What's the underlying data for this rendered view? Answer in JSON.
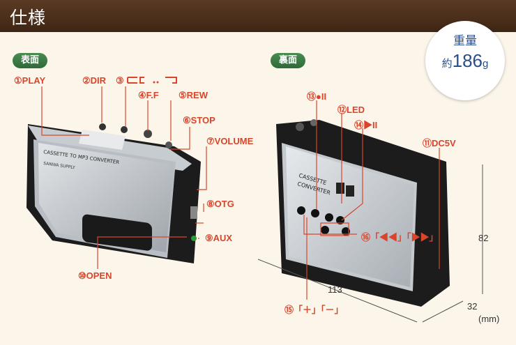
{
  "header": {
    "title": "仕様"
  },
  "front": {
    "badge": "表面",
    "labels": {
      "play": "①PLAY",
      "dir": "②DIR",
      "dir_symbol": "③",
      "ff": "④F.F",
      "rew": "⑤REW",
      "stop": "⑥STOP",
      "volume": "⑦VOLUME",
      "otg": "⑧OTG",
      "aux": "⑨AUX",
      "open": "⑩OPEN"
    },
    "device_text": {
      "model": "CASSETTE TO MP3  CONVERTER",
      "brand": "SANWA SUPPLY"
    }
  },
  "back": {
    "badge": "裏面",
    "labels": {
      "dc5v": "⑪DC5V",
      "led": "⑫LED",
      "rec": "⑬●II",
      "play_pause": "⑭▶II",
      "skip": "⑯「◀◀」「▶▶」",
      "vol": "⑮「＋」「－」"
    },
    "device_text": {
      "line1": "CASSETTE",
      "line2": "CONVERTER"
    }
  },
  "weight": {
    "title": "重量",
    "prefix": "約",
    "value": "186",
    "unit": "g"
  },
  "dimensions": {
    "width": "113",
    "depth": "32",
    "height": "82",
    "unit": "(mm)"
  },
  "colors": {
    "header": "#4a2f1c",
    "label": "#d8452b",
    "badge": "#3d7a44",
    "weight": "#2a4d8b"
  }
}
